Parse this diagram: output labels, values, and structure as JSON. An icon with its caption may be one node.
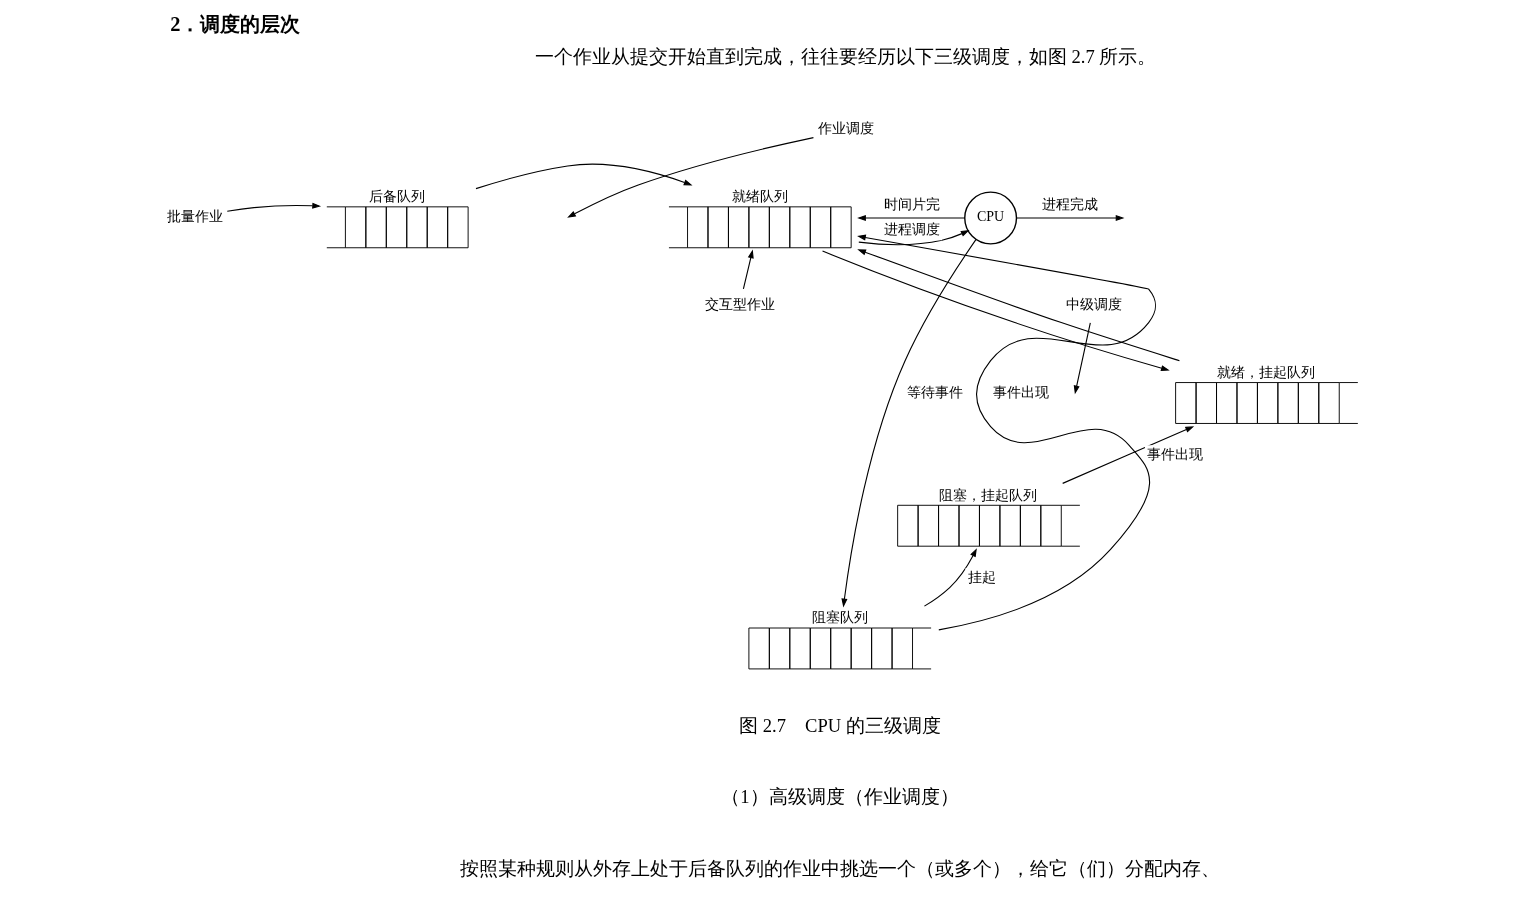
{
  "diagram": {
    "title": "2．调度的层次",
    "caption": "图 2.7　CPU 的三级调度",
    "nodes": [
      {
        "text": [
          "作业调度"
        ]
      },
      {
        "text": [
          "批量作业"
        ]
      },
      {
        "text": [
          "后备队列"
        ]
      },
      {
        "text": [
          "交互型作业"
        ]
      },
      {
        "text": [
          "就绪队列"
        ]
      },
      {
        "text": [
          "CPU"
        ]
      },
      {
        "text": [
          "中级调度"
        ]
      },
      {
        "text": [
          "就绪，挂起队列"
        ]
      },
      {
        "text": [
          "阻塞，挂起队列"
        ]
      },
      {
        "text": [
          "阻塞队列"
        ]
      }
    ],
    "edges": [
      {
        "from": 1,
        "to": 2,
        "arrow": "to"
      },
      {
        "from": 0,
        "to": null,
        "arrow": "to"
      },
      {
        "from": 2,
        "to": 4,
        "arrow": "to"
      },
      {
        "from": 3,
        "to": 4,
        "arrow": "to"
      },
      {
        "from": 5,
        "to": 4,
        "arrow": "to",
        "label": "时间片完"
      },
      {
        "from": 4,
        "to": 5,
        "arrow": "to",
        "label": "进程调度"
      },
      {
        "from": 5,
        "to": null,
        "arrow": "to",
        "label": "进程完成"
      },
      {
        "from": 4,
        "to": 7,
        "arrow": "to"
      },
      {
        "from": 6,
        "to": null,
        "arrow": "to"
      },
      {
        "from": 7,
        "to": 4,
        "arrow": "to"
      },
      {
        "from": 8,
        "to": 7,
        "arrow": "to",
        "label": "事件出现"
      },
      {
        "from": 9,
        "to": 8,
        "arrow": "to",
        "label": "挂起"
      },
      {
        "from": 9,
        "to": 4,
        "arrow": "to",
        "label": "事件出现"
      },
      {
        "from": 5,
        "to": 9,
        "arrow": "to",
        "label": "等待事件"
      }
    ],
    "labels": [
      "一个作业从提交开始直到完成，往往要经历以下三级调度，如图 2.7 所示。",
      "（1）高级调度（作业调度）",
      "按照某种规则从外存上处于后备队列的作业中挑选一个（或多个），给它（们）分配内存、"
    ]
  }
}
